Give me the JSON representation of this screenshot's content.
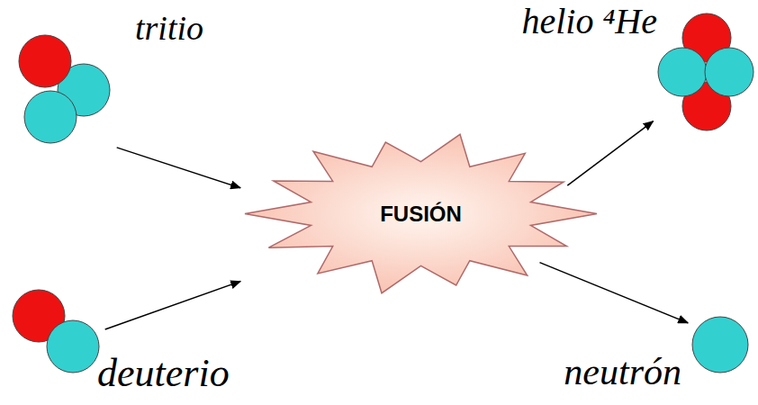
{
  "diagram": {
    "nodes": [
      {
        "text": [
          "tritio"
        ]
      },
      {
        "text": [
          "deuterio"
        ]
      },
      {
        "text": [
          "FUSIÓN"
        ]
      },
      {
        "text": [
          "helio ⁴He"
        ]
      },
      {
        "text": [
          "neutrón"
        ]
      }
    ],
    "edges": [
      {
        "from": 0,
        "to": 2,
        "arrow": "to"
      },
      {
        "from": 1,
        "to": 2,
        "arrow": "to"
      },
      {
        "from": 2,
        "to": 3,
        "arrow": "to"
      },
      {
        "from": 2,
        "to": 4,
        "arrow": "to"
      }
    ]
  }
}
